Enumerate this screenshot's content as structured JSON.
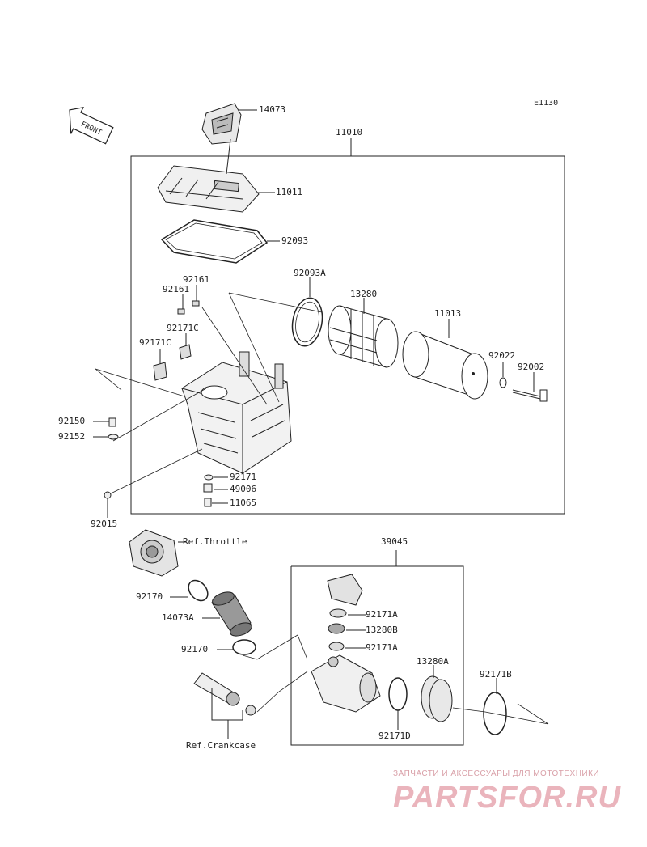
{
  "diagram_code": "E1130",
  "front_label": "FRONT",
  "parts": {
    "p14073": "14073",
    "p11010": "11010",
    "p11011": "11011",
    "p92093": "92093",
    "p92093A": "92093A",
    "p92161a": "92161",
    "p92161b": "92161",
    "p13280": "13280",
    "p11013": "11013",
    "p92171Ca": "92171C",
    "p92171Cb": "92171C",
    "p92022": "92022",
    "p92002": "92002",
    "p92150": "92150",
    "p92152": "92152",
    "p92171": "92171",
    "p49006": "49006",
    "p11065": "11065",
    "p92015": "92015",
    "p39045": "39045",
    "p92170a": "92170",
    "p14073A": "14073A",
    "p92170b": "92170",
    "p92171A1": "92171A",
    "p13280B": "13280B",
    "p92171A2": "92171A",
    "p13280A": "13280A",
    "p92171B": "92171B",
    "p92171D": "92171D"
  },
  "references": {
    "throttle": "Ref.Throttle",
    "crankcase": "Ref.Crankcase"
  },
  "watermark": {
    "subtitle": "ЗАПЧАСТИ И АКСЕССУАРЫ ДЛЯ МОТОТЕХНИКИ",
    "logo": "PARTSFOR.RU"
  }
}
